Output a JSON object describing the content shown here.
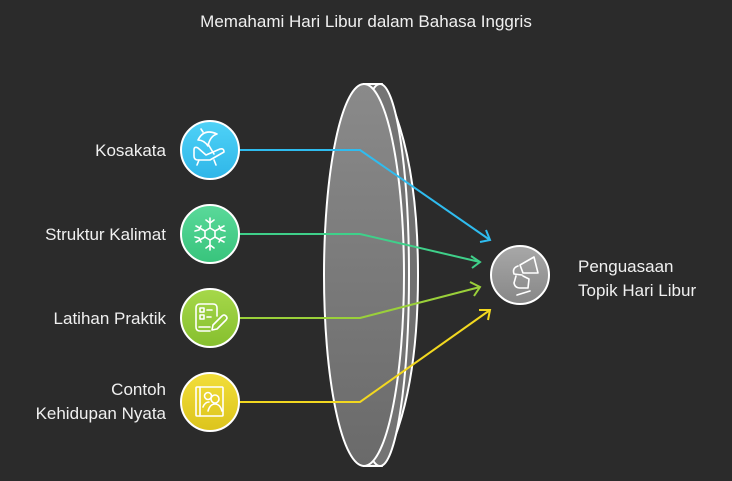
{
  "title": "Memahami Hari Libur dalam Bahasa Inggris",
  "inputs": [
    {
      "label": "Kosakata",
      "icon": "beach-umbrella-lounger-icon",
      "color": "#3ec6f0"
    },
    {
      "label": "Struktur Kalimat",
      "icon": "snowflake-icon",
      "color": "#45d18a"
    },
    {
      "label": "Latihan Praktik",
      "icon": "checklist-pencil-icon",
      "color": "#98cc3a"
    },
    {
      "label_line1": "Contoh",
      "label_line2": "Kehidupan Nyata",
      "icon": "book-people-icon",
      "color": "#ecd528"
    }
  ],
  "lens": {
    "fill": "#777777",
    "stroke": "#ffffff"
  },
  "output": {
    "label_line1": "Penguasaan",
    "label_line2": "Topik Hari Libur",
    "icon": "megaphone-icon",
    "color": "#9a9a9a"
  }
}
